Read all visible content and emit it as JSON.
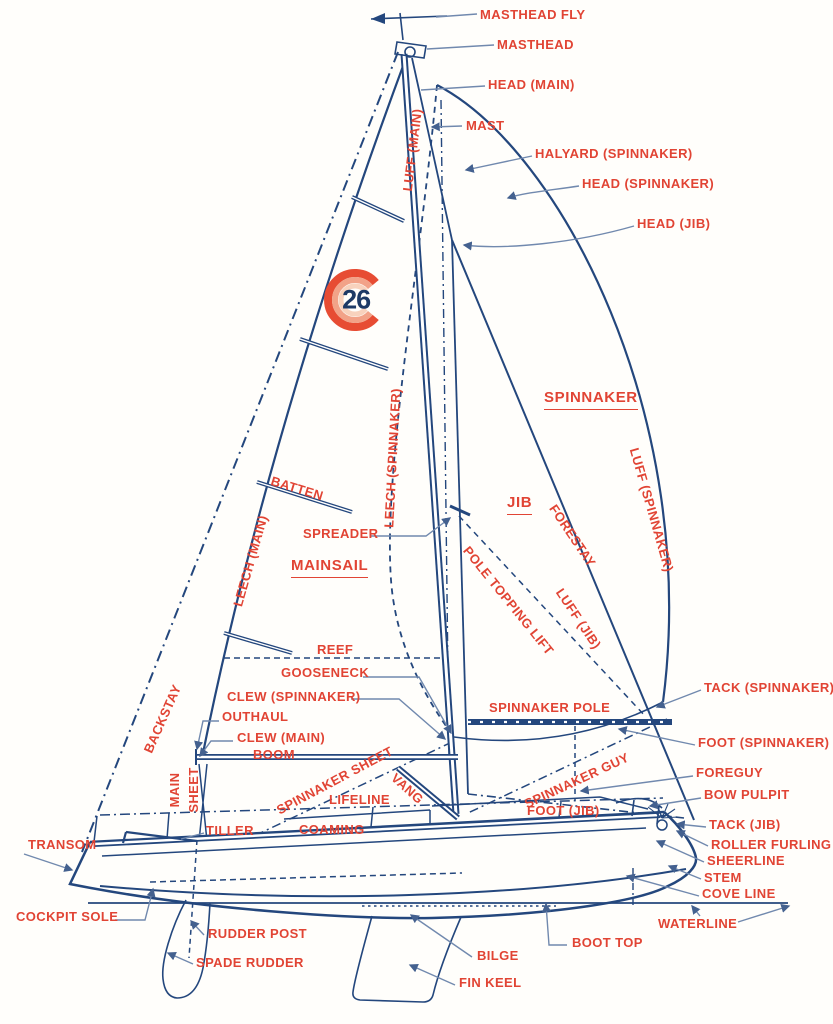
{
  "diagram_title": "sailboat-rigging-parts-diagram",
  "colors": {
    "label_red": "#e14434",
    "line_navy": "#24477d",
    "leader_blue": "#7189ae",
    "arrow_navy": "#44618f",
    "logo_orange": "#e74c33",
    "logo_salmon": "#f2a288",
    "logo_peach": "#f8d2bd",
    "logo_navy": "#1d3a66"
  },
  "logo": {
    "number": "26"
  },
  "labels": {
    "masthead_fly": "MASTHEAD FLY",
    "masthead": "MASTHEAD",
    "head_main": "HEAD (MAIN)",
    "mast": "MAST",
    "halyard_spinnaker": "HALYARD (SPINNAKER)",
    "head_spinnaker": "HEAD (SPINNAKER)",
    "head_jib": "HEAD (JIB)",
    "luff_main": "LUFF (MAIN)",
    "spinnaker": "SPINNAKER",
    "jib": "JIB",
    "leech_spinnaker": "LEECH (SPINNAKER)",
    "leech_main": "LEECH (MAIN)",
    "batten": "BATTEN",
    "spreader": "SPREADER",
    "mainsail": "MAINSAIL",
    "forestay": "FORESTAY",
    "luff_jib": "LUFF (JIB)",
    "luff_spinnaker": "LUFF (SPINNAKER)",
    "pole_topping_lift": "POLE TOPPING LIFT",
    "reef": "REEF",
    "gooseneck": "GOOSENECK",
    "clew_spinnaker": "CLEW (SPINNAKER)",
    "outhaul": "OUTHAUL",
    "clew_main": "CLEW (MAIN)",
    "boom": "BOOM",
    "spinnaker_pole": "SPINNAKER POLE",
    "tack_spinnaker": "TACK (SPINNAKER)",
    "foot_spinnaker": "FOOT (SPINNAKER)",
    "foreguy": "FOREGUY",
    "bow_pulpit": "BOW PULPIT",
    "spinnaker_guy": "SPINNAKER GUY",
    "spinnaker_sheet": "SPINNAKER SHEET",
    "main_word": "MAIN",
    "sheet_word": "SHEET",
    "lifeline": "LIFELINE",
    "vang": "VANG",
    "foot_jib": "FOOT (JIB)",
    "tack_jib": "TACK (JIB)",
    "roller_furling": "ROLLER FURLING",
    "sheerline": "SHEERLINE",
    "stem": "STEM",
    "cove_line": "COVE LINE",
    "tiller": "TILLER",
    "coaming": "COAMING",
    "transom": "TRANSOM",
    "backstay": "BACKSTAY",
    "cockpit_sole": "COCKPIT SOLE",
    "rudder_post": "RUDDER POST",
    "spade_rudder": "SPADE RUDDER",
    "bilge": "BILGE",
    "boot_top": "BOOT TOP",
    "fin_keel": "FIN KEEL",
    "waterline": "WATERLINE"
  }
}
